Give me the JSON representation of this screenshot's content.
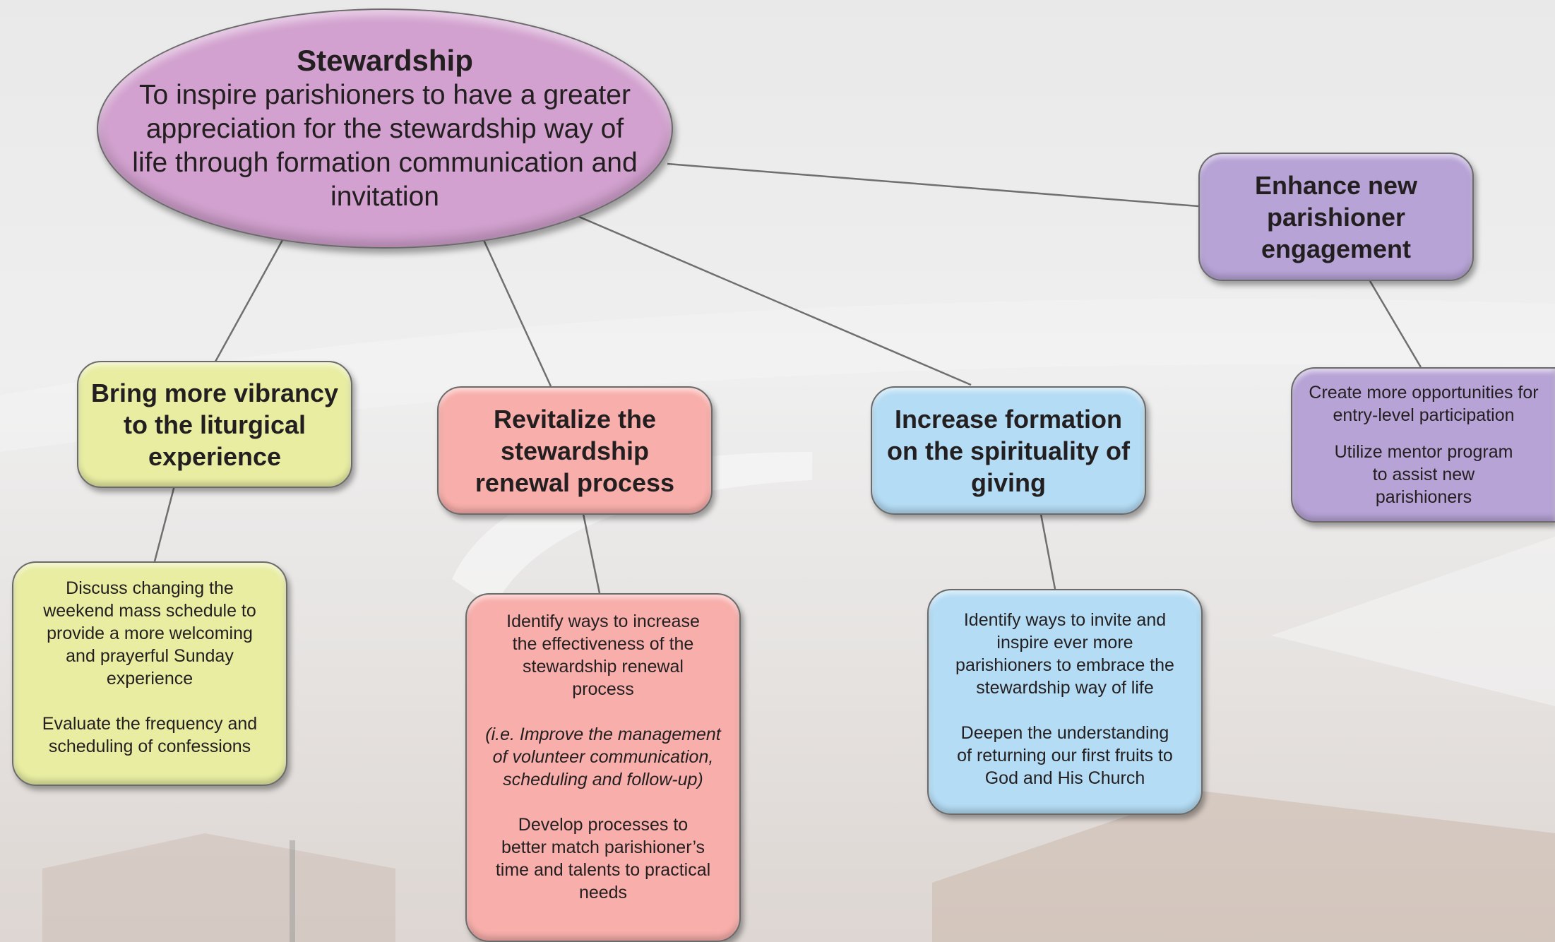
{
  "root": {
    "title": "Stewardship",
    "description": "To inspire parishioners to have a greater appreciation for the stewardship way of life through formation communication and invitation"
  },
  "goals": [
    {
      "id": "liturgy",
      "color": "#e8eda2",
      "heading": "Bring more vibrancy to the liturgical experience",
      "details": [
        "Discuss changing the weekend mass schedule to provide a more welcoming and prayerful Sunday experience",
        "Evaluate the frequency and scheduling of confessions"
      ]
    },
    {
      "id": "renewal",
      "color": "#f8aeaa",
      "heading": "Revitalize the stewardship renewal process",
      "details": [
        "Identify ways to increase the effectiveness of the stewardship renewal process",
        "(i.e. Improve the management of volunteer communication, scheduling and follow-up)",
        "Develop processes to better match parishioner’s time and talents to practical needs"
      ]
    },
    {
      "id": "formation",
      "color": "#b4dcf4",
      "heading": "Increase formation on the spirituality of giving",
      "details": [
        "Identify ways to invite and inspire ever more parishioners to embrace the stewardship way of life",
        "Deepen the understanding of returning our first fruits to God and His Church"
      ]
    },
    {
      "id": "engagement",
      "color": "#b7a3d6",
      "heading": "Enhance new parishioner engagement",
      "details": [
        "Create more opportunities for entry-level participation",
        "Utilize mentor program to assist new parishioners"
      ]
    }
  ]
}
